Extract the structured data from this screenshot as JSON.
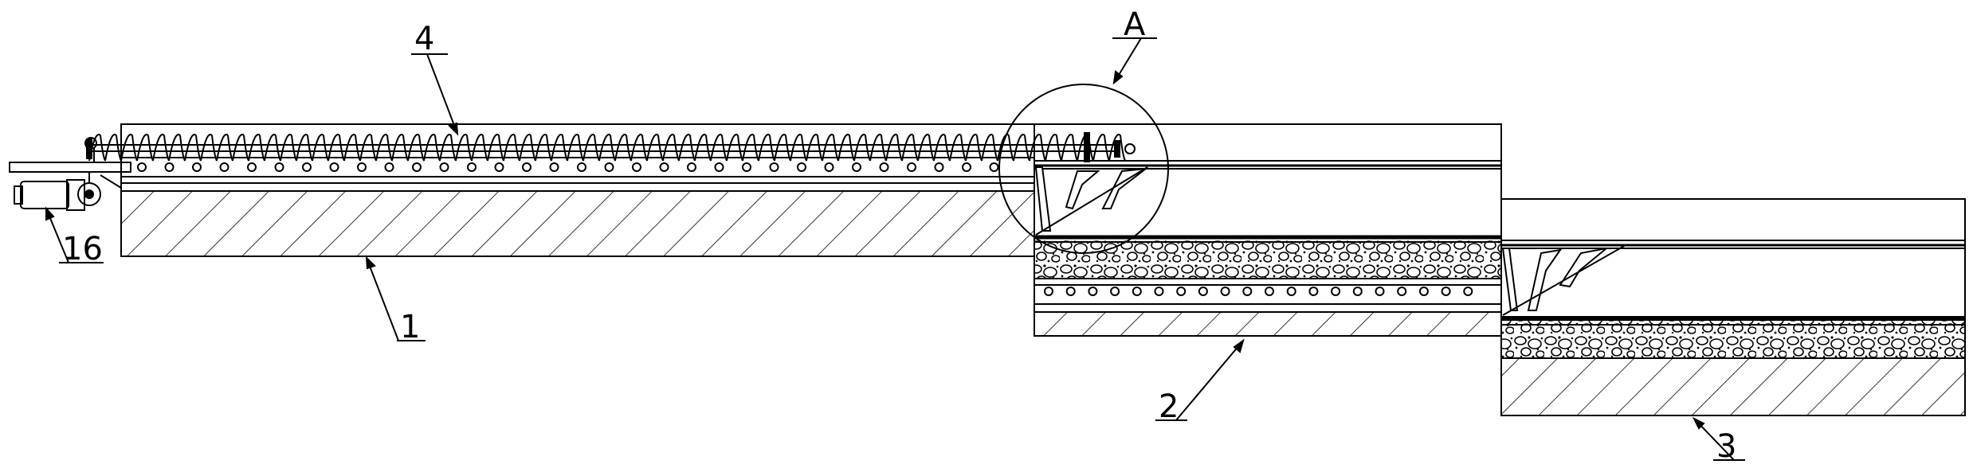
{
  "labels": {
    "part_1": "1",
    "part_2": "2",
    "part_3": "3",
    "part_4": "4",
    "part_16": "16",
    "detail_a": "A"
  },
  "colors": {
    "line": "#000000",
    "background": "#ffffff"
  }
}
